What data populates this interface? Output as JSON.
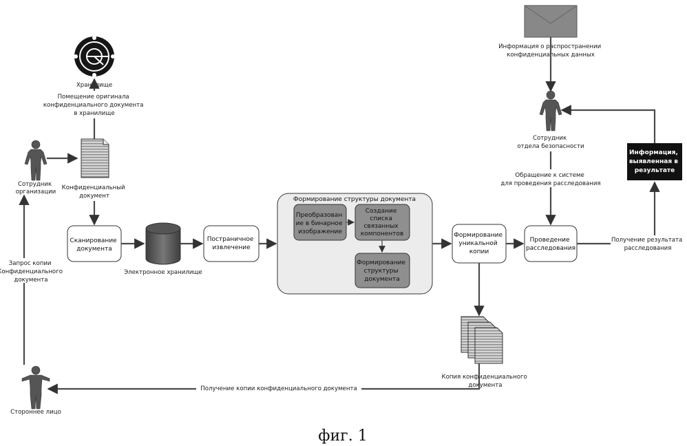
{
  "labels": {
    "storage": "Хранилище",
    "placement": [
      "Помещение оригинала",
      "конфиденциального документа",
      "в хранилище"
    ],
    "employee": [
      "Сотрудник",
      "организации"
    ],
    "conf_doc": [
      "Конфиденциальный",
      "документ"
    ],
    "scan": [
      "Сканирование",
      "документа"
    ],
    "e_storage": "Электронное хранилище",
    "page_extract": [
      "Постраничное",
      "извлечение"
    ],
    "group_title": "Формирование структуры документа",
    "binarize": [
      "Преобразован",
      "ие в бинарное",
      "изображение"
    ],
    "components": [
      "Создание",
      "списка",
      "связанных",
      "компонентов"
    ],
    "form_struct": [
      "Формирование",
      "структуры",
      "документа"
    ],
    "unique_copy": [
      "Формирование",
      "уникальной",
      "копии"
    ],
    "investigation": [
      "Проведение",
      "расследования"
    ],
    "info_spread": [
      "Информация о распространении",
      "конфиденциальных данных"
    ],
    "security": [
      "Сотрудник",
      "отдела безопасности"
    ],
    "appeal": [
      "Обращение к системе",
      "для проведения расследования"
    ],
    "result_box": [
      "Информация,",
      "выявленная в",
      "результате"
    ],
    "get_result": [
      "Получение результата",
      "расследования"
    ],
    "request": [
      "Запрос копии",
      "Конфиденциального",
      "документа"
    ],
    "copy_doc": [
      "Копия конфиденциального",
      "документа"
    ],
    "get_copy": "Получение копии конфиденциального документа",
    "third_party": "Стороннее лицо",
    "figure_caption": "фиг. 1"
  },
  "icons": {
    "storage": "storage-icon",
    "person": "person-icon",
    "document": "document-icon",
    "database": "database-icon",
    "envelope": "envelope-icon",
    "documents_stack": "documents-stack-icon"
  },
  "colors": {
    "line": "#4a4a4a",
    "dark_box": "#111111",
    "gray_box": "#8f8f8f",
    "group_fill": "#ececec"
  }
}
